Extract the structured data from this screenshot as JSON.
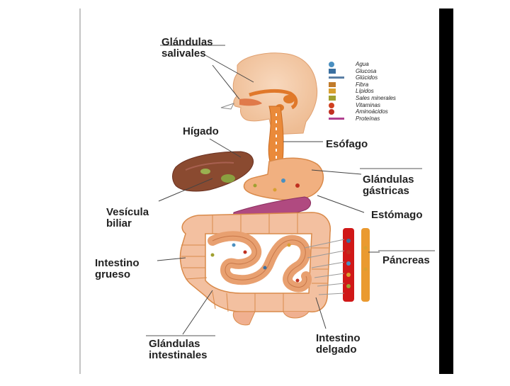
{
  "labels": {
    "glandulas_salivales": "Glándulas\nsalivales",
    "higado": "Hígado",
    "vesicula_biliar": "Vesícula\nbiliar",
    "intestino_grueso": "Intestino\ngrueso",
    "glandulas_intestinales": "Glándulas\nintestinales",
    "esofago": "Esófago",
    "glandulas_gastricas": "Glándulas\ngástricas",
    "estomago": "Estómago",
    "pancreas": "Páncreas",
    "intestino_delgado": "Intestino\ndelgado"
  },
  "legend": [
    {
      "label": "Agua",
      "color": "#4a8fc0",
      "icon": "drop"
    },
    {
      "label": "Glucosa",
      "color": "#3a6fa0",
      "icon": "square"
    },
    {
      "label": "Glúcidos",
      "color": "#5a7fa5",
      "icon": "chain"
    },
    {
      "label": "Fibra",
      "color": "#c07a2a",
      "icon": "branch"
    },
    {
      "label": "Lípidos",
      "color": "#d8a030",
      "icon": "comb"
    },
    {
      "label": "Sales minerales",
      "color": "#a0a030",
      "icon": "leaf"
    },
    {
      "label": "Vitaminas",
      "color": "#d04020",
      "icon": "ball"
    },
    {
      "label": "Aminoácidos",
      "color": "#c03020",
      "icon": "ball"
    },
    {
      "label": "Proteínas",
      "color": "#b04090",
      "icon": "chain"
    }
  ],
  "colors": {
    "body": "#f3c9a6",
    "organ_outline": "#d98a4a",
    "esophagus": "#ea8a3a",
    "liver": "#8a4a30",
    "gallbladder": "#8aa040",
    "pancreas": "#b04a80",
    "blood": "#d01818",
    "lymph": "#ea9a30",
    "bar": "#000000"
  }
}
